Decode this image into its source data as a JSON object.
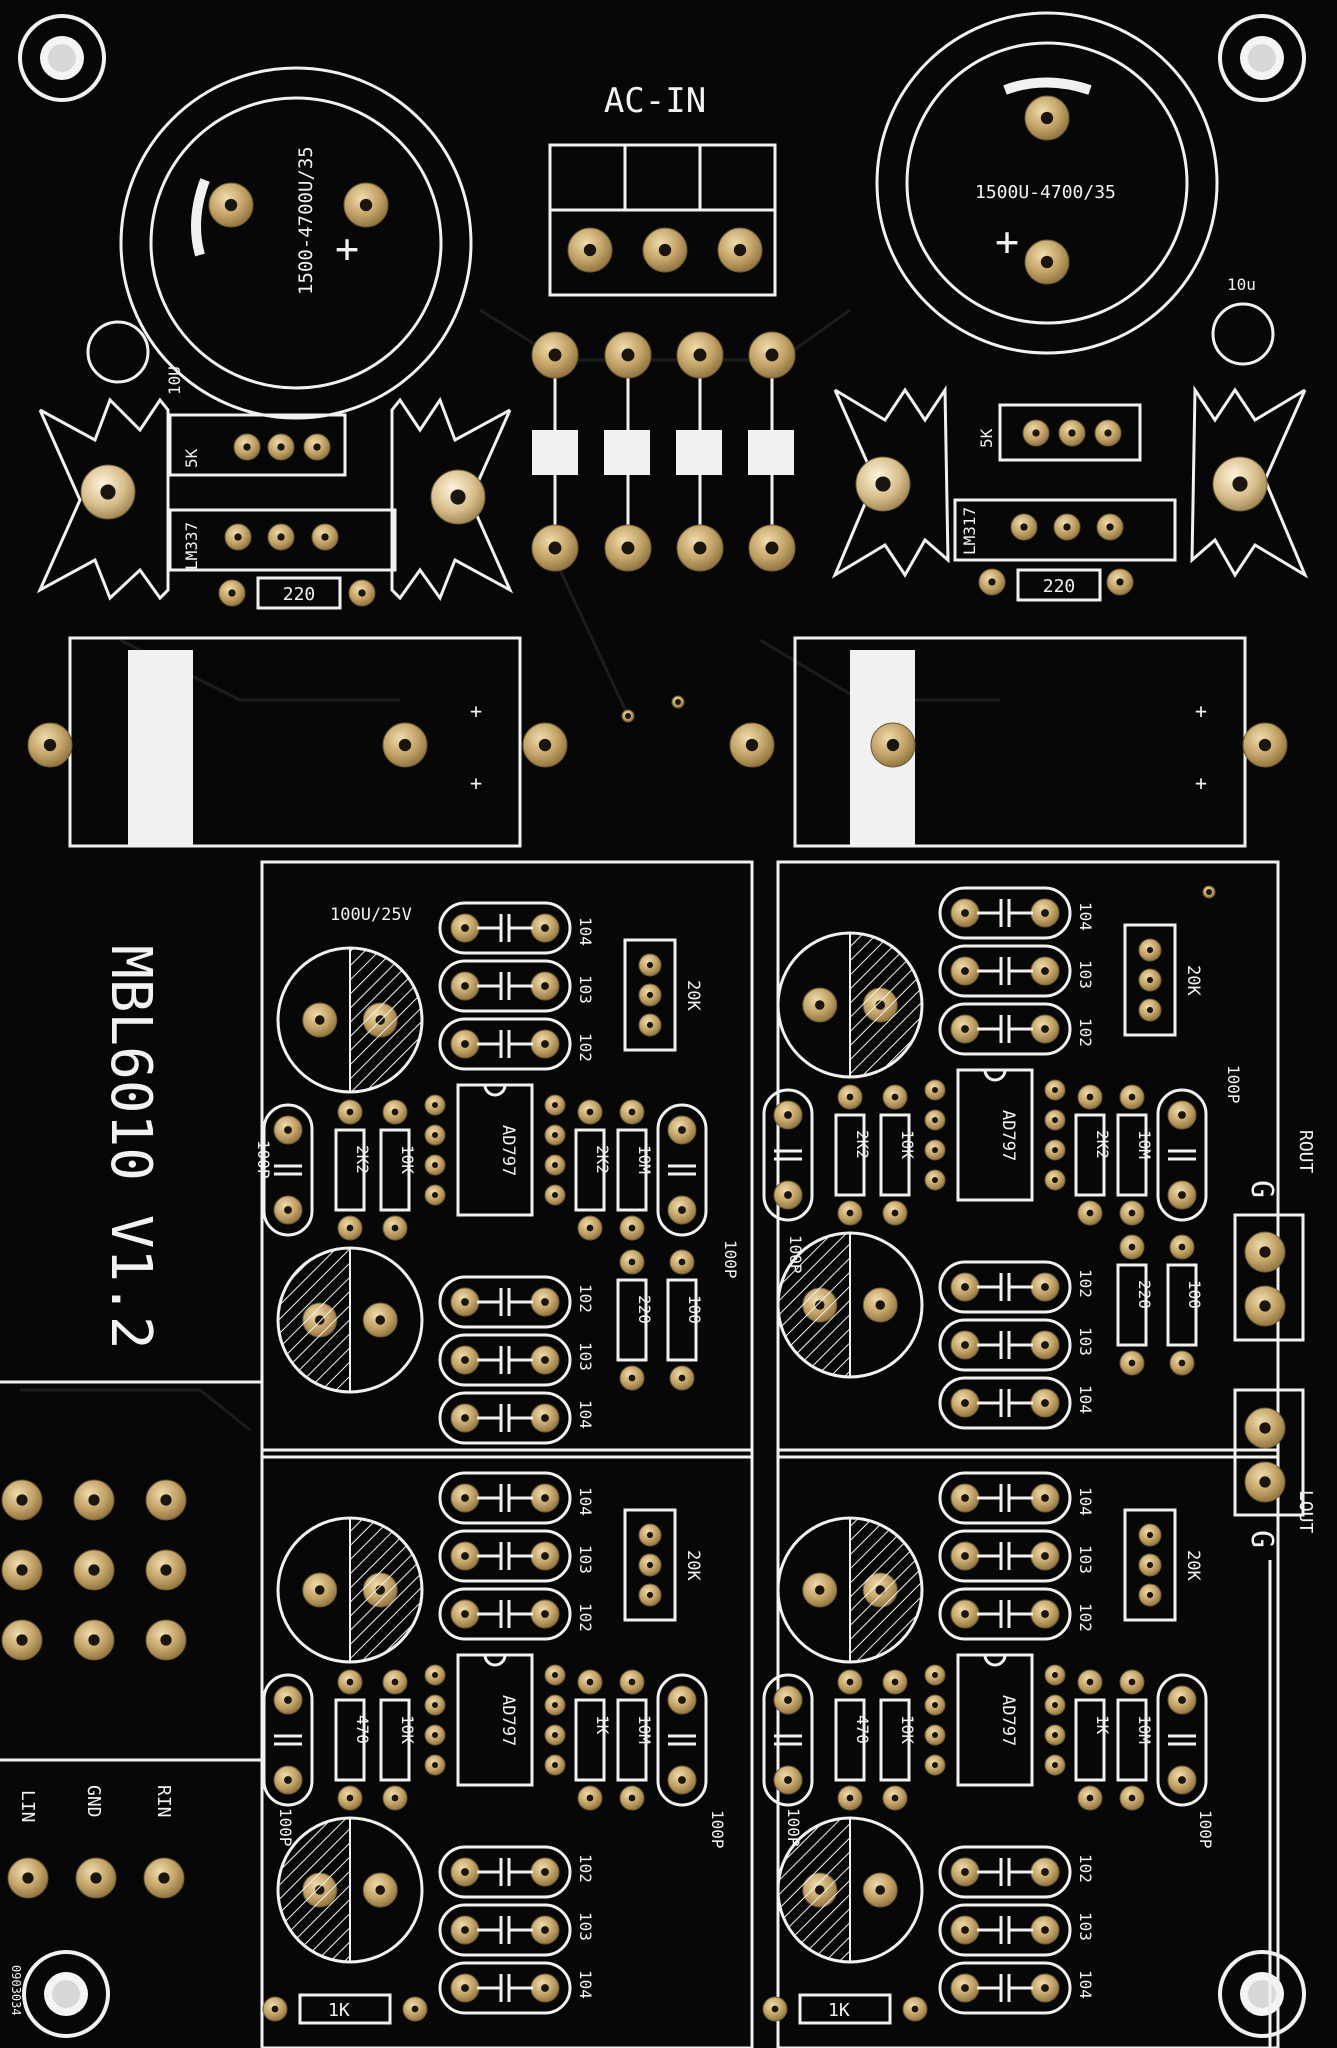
{
  "board": {
    "title": "MBL6010 V1.2",
    "serial": "0903034",
    "colors": {
      "substrate": "#080808",
      "silk": "#f1f1f1",
      "pad": "#b99a5c",
      "pad_hi": "#e6cf9c",
      "hole": "#141414",
      "trace": "#7a6540"
    }
  },
  "power": {
    "ac_in": "AC-IN",
    "cap_left": "1500-4700U/35",
    "cap_right": "1500U-4700/35",
    "small_cap_left": "10U",
    "small_cap_right": "10u",
    "pot_label": "5K",
    "reg_left": "LM337",
    "reg_right": "LM317",
    "res_label": "220",
    "plus": "+"
  },
  "upper_left": {
    "cap_main": "100U/25V",
    "caps_top": [
      "104",
      "103",
      "102"
    ],
    "trim": "20K",
    "side_cap": "100P",
    "r1": "2K2",
    "r2": "10K",
    "r3": "2K2",
    "r4": "10M",
    "ic": "AD797",
    "right_cap": "100P",
    "caps_bot": [
      "102",
      "103",
      "104"
    ],
    "r5": "220",
    "r6": "100"
  },
  "upper_right": {
    "caps_top": [
      "104",
      "103",
      "102"
    ],
    "trim": "20K",
    "top_cap": "100P",
    "r1": "2K2",
    "r2": "10K",
    "r3": "2K2",
    "r4": "10M",
    "ic": "AD797",
    "left_cap": "100P",
    "caps_bot": [
      "102",
      "103",
      "104"
    ],
    "r5": "220",
    "r6": "100"
  },
  "lower_left": {
    "caps_top": [
      "104",
      "103",
      "102"
    ],
    "trim": "20K",
    "r1": "470",
    "r2": "10K",
    "r3": "1K",
    "r4": "10M",
    "ic": "AD797",
    "left_cap": "100P",
    "right_cap": "100P",
    "caps_bot": [
      "102",
      "103",
      "104"
    ],
    "res_bot": "1K"
  },
  "lower_right": {
    "caps_top": [
      "104",
      "103",
      "102"
    ],
    "trim": "20K",
    "r1": "470",
    "r2": "10K",
    "r3": "1K",
    "r4": "10M",
    "ic": "AD797",
    "left_cap": "100P",
    "right_cap": "100P",
    "caps_bot": [
      "102",
      "103",
      "104"
    ],
    "res_bot": "1K"
  },
  "outputs": {
    "rout": "ROUT",
    "lout": "LOUT",
    "ground": "G"
  },
  "inputs": {
    "lin": "LIN",
    "gnd": "GND",
    "rin": "RIN"
  }
}
